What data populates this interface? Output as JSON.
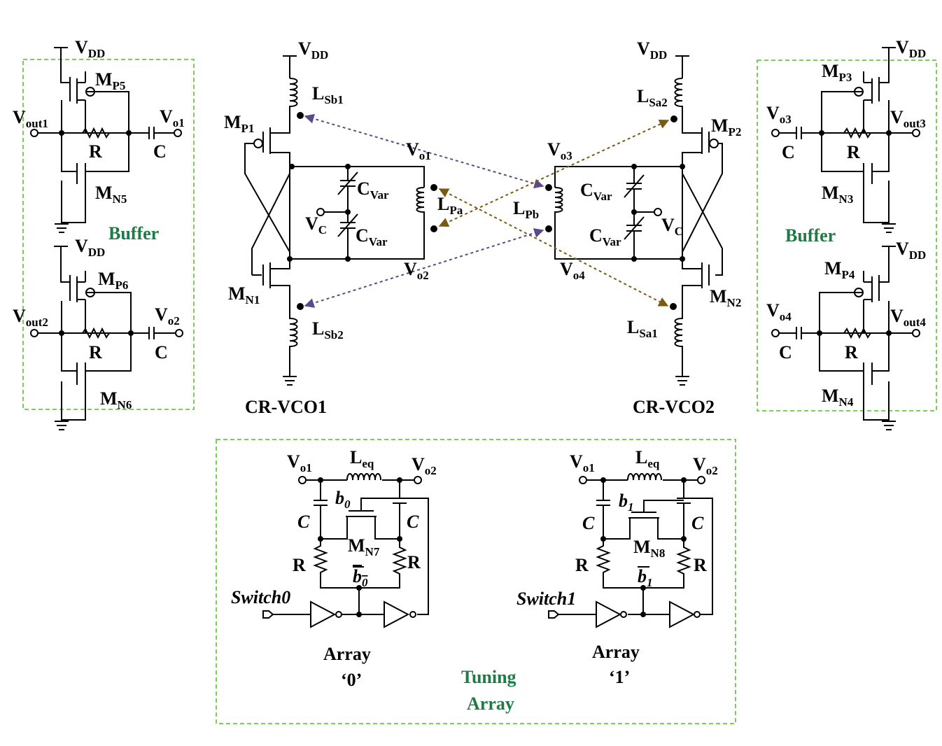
{
  "colors": {
    "box": "#7ccd5a",
    "label_green": "#1f7a45",
    "arrow_purple": "#5b4a8a",
    "arrow_brown": "#7a5a10"
  },
  "vdd": {
    "main": "V",
    "sub": "DD"
  },
  "buffer_label": "Buffer",
  "tuning_label": [
    "Tuning",
    "Array"
  ],
  "vco1_label": "CR-VCO1",
  "vco2_label": "CR-VCO2",
  "common": {
    "R": "R",
    "C": "C"
  },
  "buffers": {
    "b1": {
      "p": {
        "m": "M",
        "s": "P5"
      },
      "n": {
        "m": "M",
        "s": "N5"
      },
      "out": {
        "m": "V",
        "s": "out1"
      },
      "in": {
        "m": "V",
        "s": "o1"
      }
    },
    "b2": {
      "p": {
        "m": "M",
        "s": "P6"
      },
      "n": {
        "m": "M",
        "s": "N6"
      },
      "out": {
        "m": "V",
        "s": "out2"
      },
      "in": {
        "m": "V",
        "s": "o2"
      }
    },
    "b3": {
      "p": {
        "m": "M",
        "s": "P3"
      },
      "n": {
        "m": "M",
        "s": "N3"
      },
      "out": {
        "m": "V",
        "s": "out3"
      },
      "in": {
        "m": "V",
        "s": "o3"
      }
    },
    "b4": {
      "p": {
        "m": "M",
        "s": "P4"
      },
      "n": {
        "m": "M",
        "s": "N4"
      },
      "out": {
        "m": "V",
        "s": "out4"
      },
      "in": {
        "m": "V",
        "s": "o4"
      }
    }
  },
  "vco1": {
    "lsb1": {
      "m": "L",
      "s": "Sb1"
    },
    "lsb2": {
      "m": "L",
      "s": "Sb2"
    },
    "mp1": {
      "m": "M",
      "s": "P1"
    },
    "mn1": {
      "m": "M",
      "s": "N1"
    },
    "lpa": {
      "m": "L",
      "s": "Pa"
    },
    "cvar": {
      "m": "C",
      "s": "Var"
    },
    "vc": {
      "m": "V",
      "s": "C"
    },
    "vo1": {
      "m": "V",
      "s": "o1"
    },
    "vo2": {
      "m": "V",
      "s": "o2"
    }
  },
  "vco2": {
    "lsa2": {
      "m": "L",
      "s": "Sa2"
    },
    "lsa1": {
      "m": "L",
      "s": "Sa1"
    },
    "mp2": {
      "m": "M",
      "s": "P2"
    },
    "mn2": {
      "m": "M",
      "s": "N2"
    },
    "lpb": {
      "m": "L",
      "s": "Pb"
    },
    "cvar": {
      "m": "C",
      "s": "Var"
    },
    "vc": {
      "m": "V",
      "s": "C"
    },
    "vo3": {
      "m": "V",
      "s": "o3"
    },
    "vo4": {
      "m": "V",
      "s": "o4"
    }
  },
  "arrays": {
    "a0": {
      "vo1": {
        "m": "V",
        "s": "o1"
      },
      "vo2": {
        "m": "V",
        "s": "o2"
      },
      "leq": {
        "m": "L",
        "s": "eq"
      },
      "b": "b",
      "bsub": "0",
      "mn": {
        "m": "M",
        "s": "N7"
      },
      "switch": "Switch0",
      "name": [
        "Array",
        "‘0’"
      ]
    },
    "a1": {
      "vo1": {
        "m": "V",
        "s": "o1"
      },
      "vo2": {
        "m": "V",
        "s": "o2"
      },
      "leq": {
        "m": "L",
        "s": "eq"
      },
      "b": "b",
      "bsub": "1",
      "mn": {
        "m": "M",
        "s": "N8"
      },
      "switch": "Switch1",
      "name": [
        "Array",
        "‘1’"
      ]
    }
  }
}
